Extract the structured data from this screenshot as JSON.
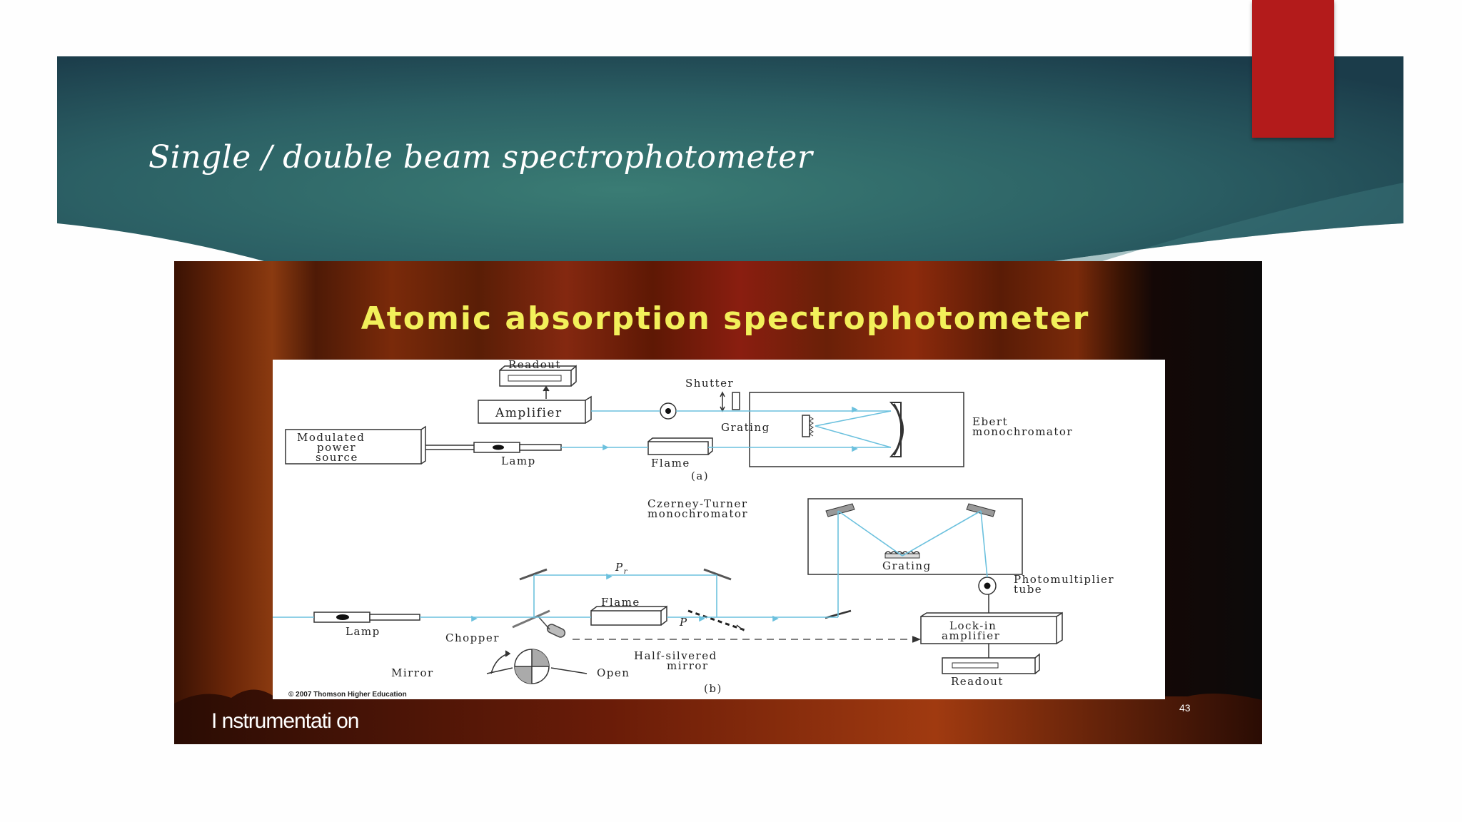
{
  "slide": {
    "title": "Single / double beam spectrophotometer"
  },
  "embedded": {
    "title": "Atomic absorption spectrophotometer",
    "footer": "I nstrumentati on",
    "page_number": "43"
  },
  "diagram": {
    "a": {
      "readout": "Readout",
      "amplifier": "Amplifier",
      "shutter": "Shutter",
      "modulated_1": "Modulated",
      "modulated_2": "power",
      "modulated_3": "source",
      "lamp": "Lamp",
      "flame": "Flame",
      "grating": "Grating",
      "ebert_1": "Ebert",
      "ebert_2": "monochromator",
      "caption": "(a)"
    },
    "b": {
      "czerney_1": "Czerney-Turner",
      "czerney_2": "monochromator",
      "grating": "Grating",
      "photomultiplier_1": "Photomultiplier",
      "photomultiplier_2": "tube",
      "pr": "P",
      "pr_sub": "r",
      "flame": "Flame",
      "p": "P",
      "lamp": "Lamp",
      "chopper": "Chopper",
      "lockin_1": "Lock-in",
      "lockin_2": "amplifier",
      "half_1": "Half-silvered",
      "half_2": "mirror",
      "mirror": "Mirror",
      "open": "Open",
      "readout": "Readout",
      "caption": "(b)"
    },
    "copyright": "© 2007 Thomson Higher Education"
  },
  "colors": {
    "header_teal": "#2b6466",
    "red_tab": "#b31b1b",
    "inner_title_yellow": "#f2f05a",
    "beam_blue": "#6cc1de"
  }
}
